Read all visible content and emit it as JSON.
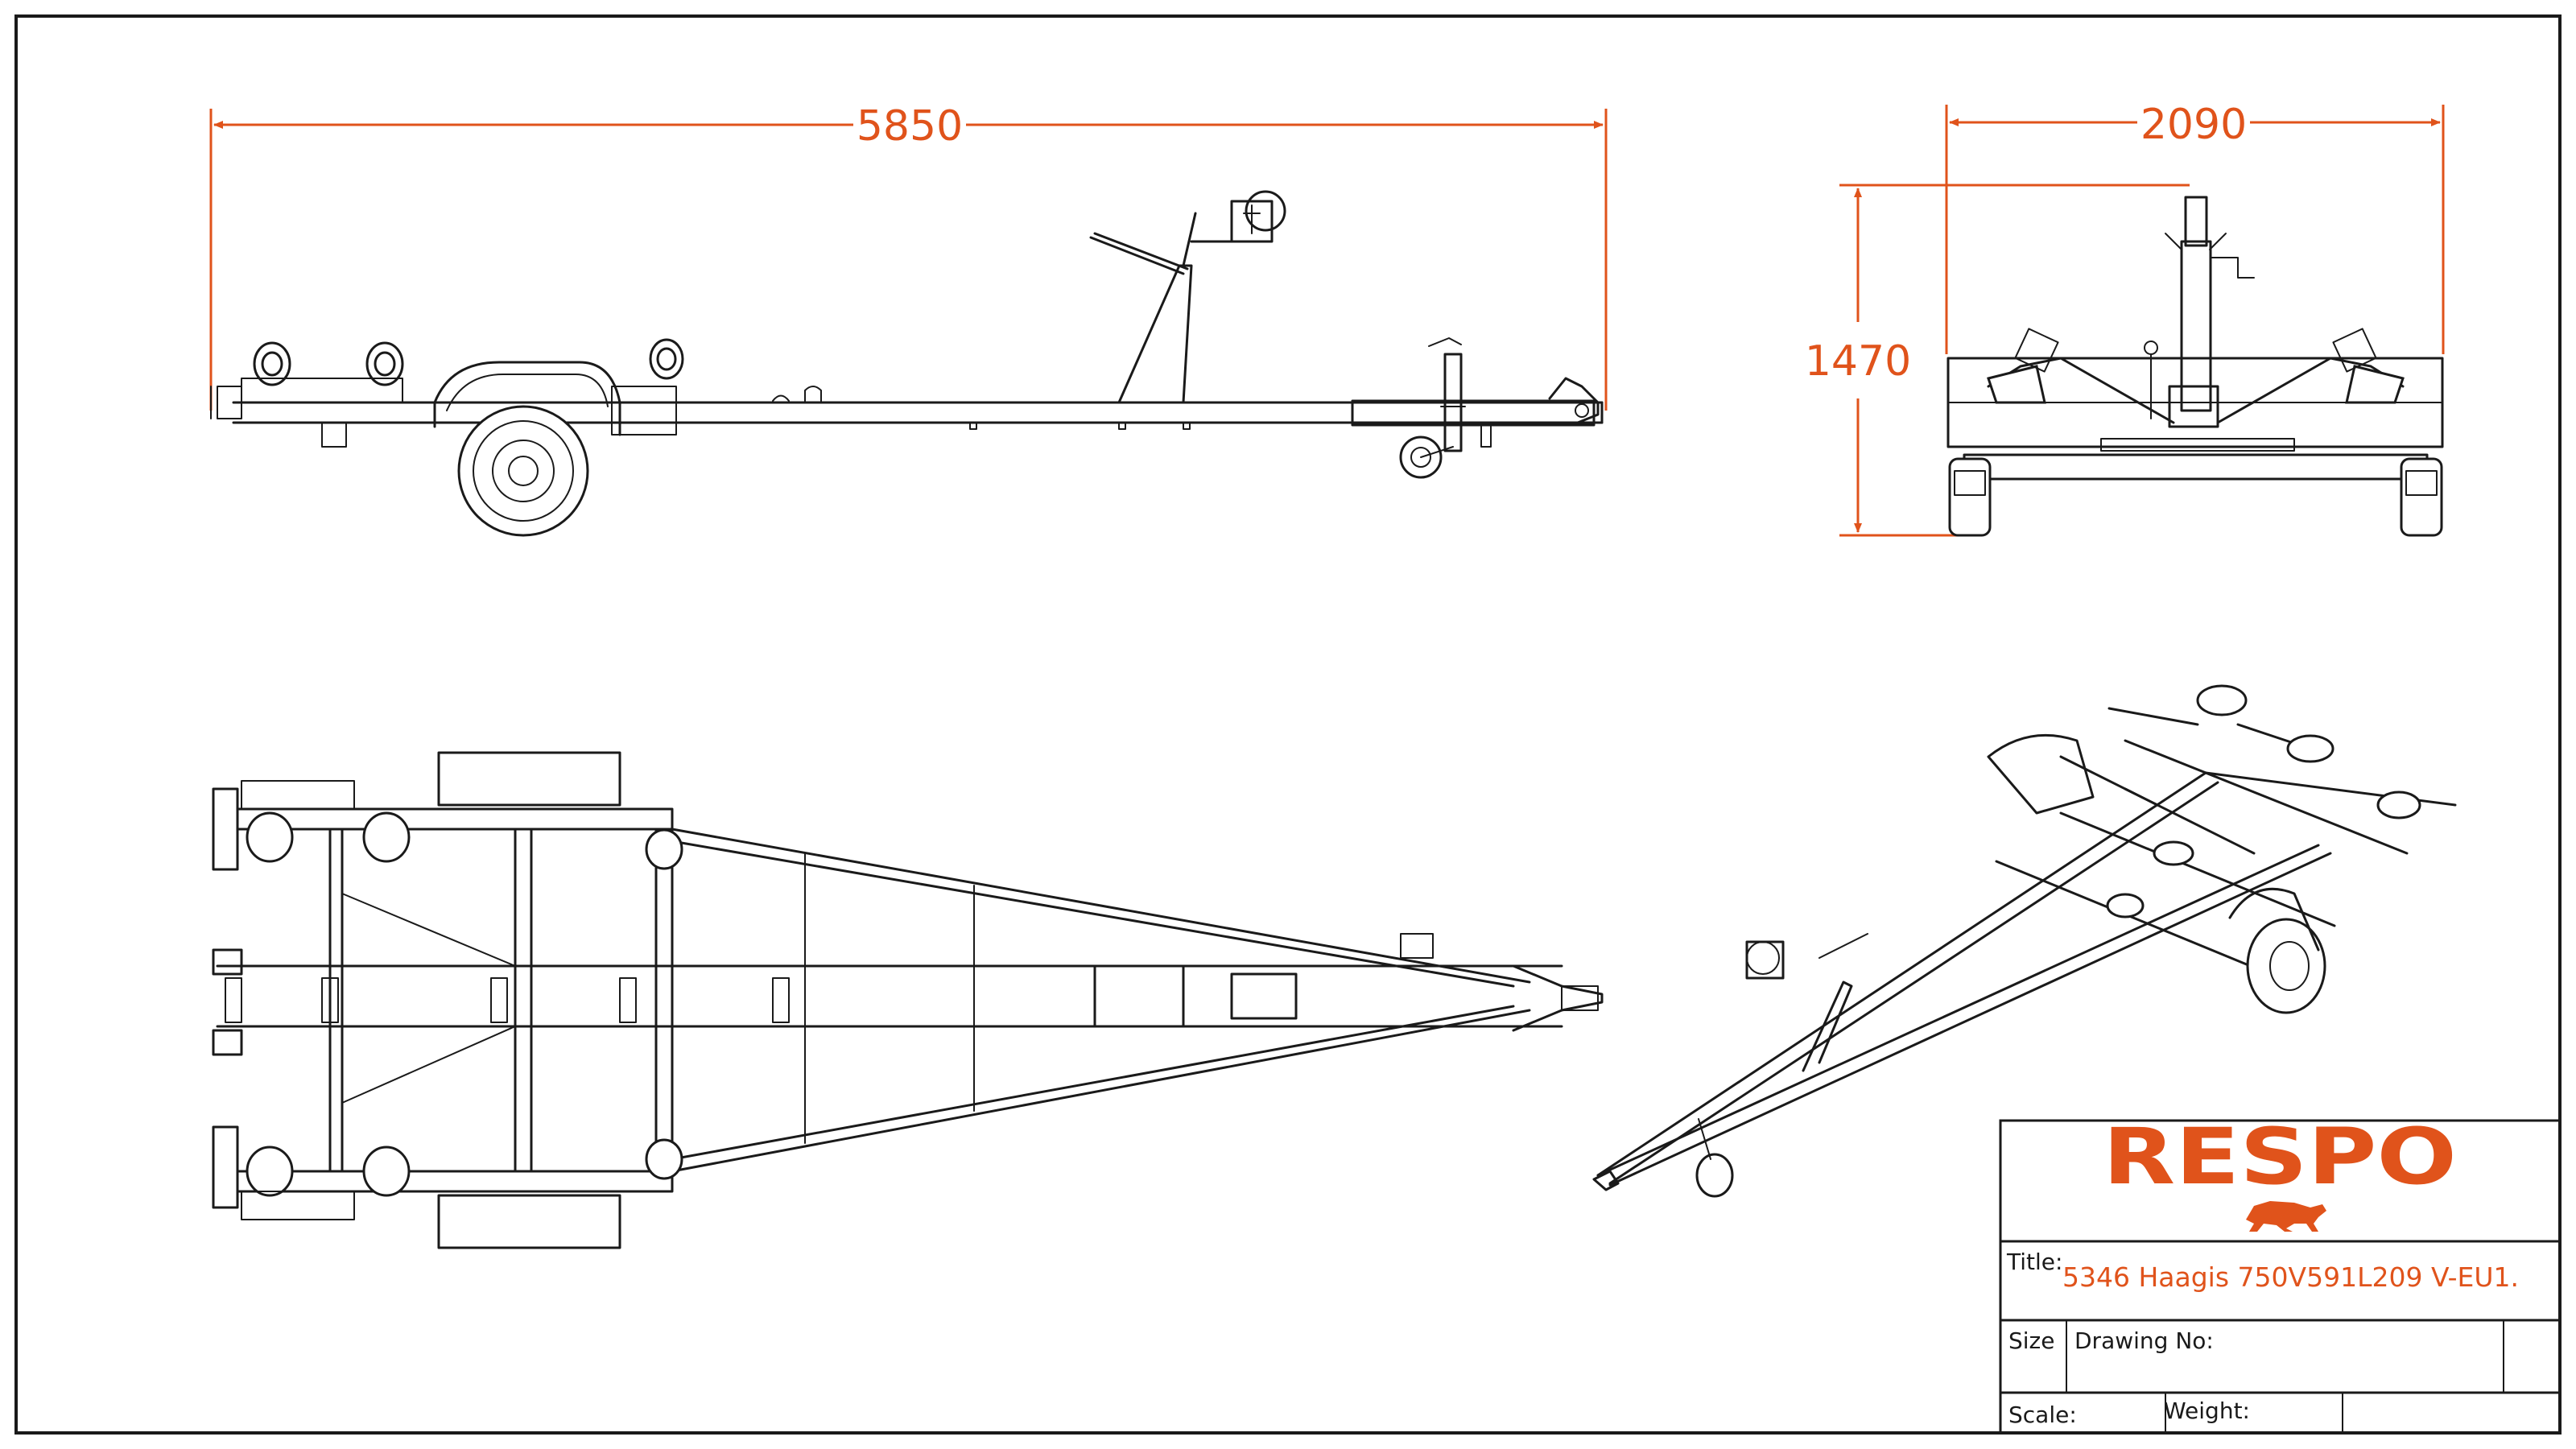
{
  "dimensions": {
    "overall_length": "5850",
    "overall_width": "2090",
    "overall_height": "1470"
  },
  "title_block": {
    "brand": "RESPO",
    "title_label": "Title:",
    "title_value": "5346 Haagis 750V591L209 V-EU1.",
    "size_label": "Size",
    "drawing_no_label": "Drawing No:",
    "scale_label": "Scale:",
    "weight_label": "Weight:"
  },
  "colors": {
    "accent": "#e0531b",
    "line": "#1a1a1a",
    "background": "#ffffff"
  }
}
